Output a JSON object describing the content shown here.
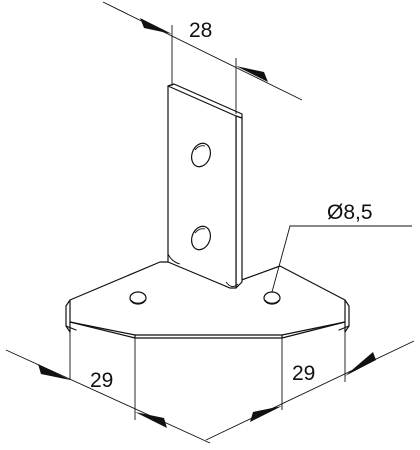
{
  "dimensions": {
    "top_width": "28",
    "hole_diameter": "Ø8,5",
    "left_width": "29",
    "right_width": "29"
  }
}
